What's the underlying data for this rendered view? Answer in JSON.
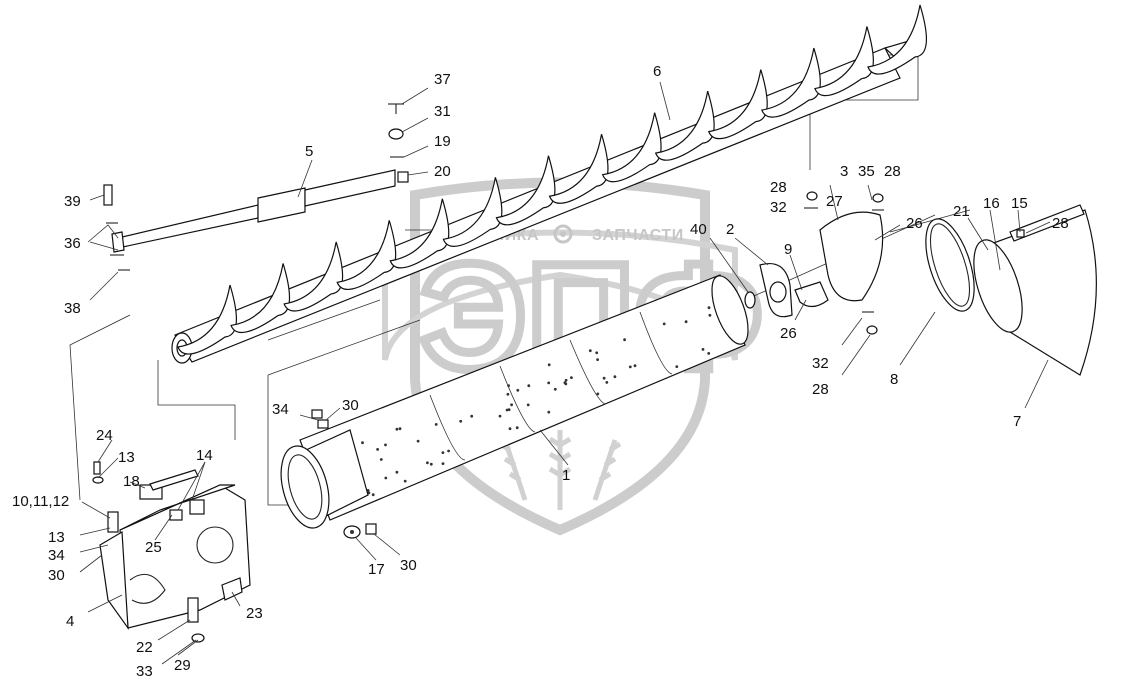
{
  "watermark": {
    "brand_top_left": "ТЕХНИКА",
    "brand_top_right": "ЗАПЧАСТИ",
    "brand_big": "ЭПФ",
    "colors": {
      "watermark": "#c4c4c4",
      "lines": "#222222"
    },
    "icon": "gear-icon"
  },
  "callouts": [
    "37",
    "31",
    "19",
    "20",
    "5",
    "6",
    "39",
    "36",
    "38",
    "28",
    "35",
    "28",
    "3",
    "27",
    "32",
    "26",
    "40",
    "2",
    "21",
    "16",
    "15",
    "28",
    "9",
    "26",
    "32",
    "28",
    "8",
    "7",
    "34",
    "30",
    "24",
    "13",
    "14",
    "18",
    "10,11,12",
    "13",
    "34",
    "30",
    "25",
    "1",
    "17",
    "30",
    "4",
    "23",
    "22",
    "33",
    "29"
  ]
}
